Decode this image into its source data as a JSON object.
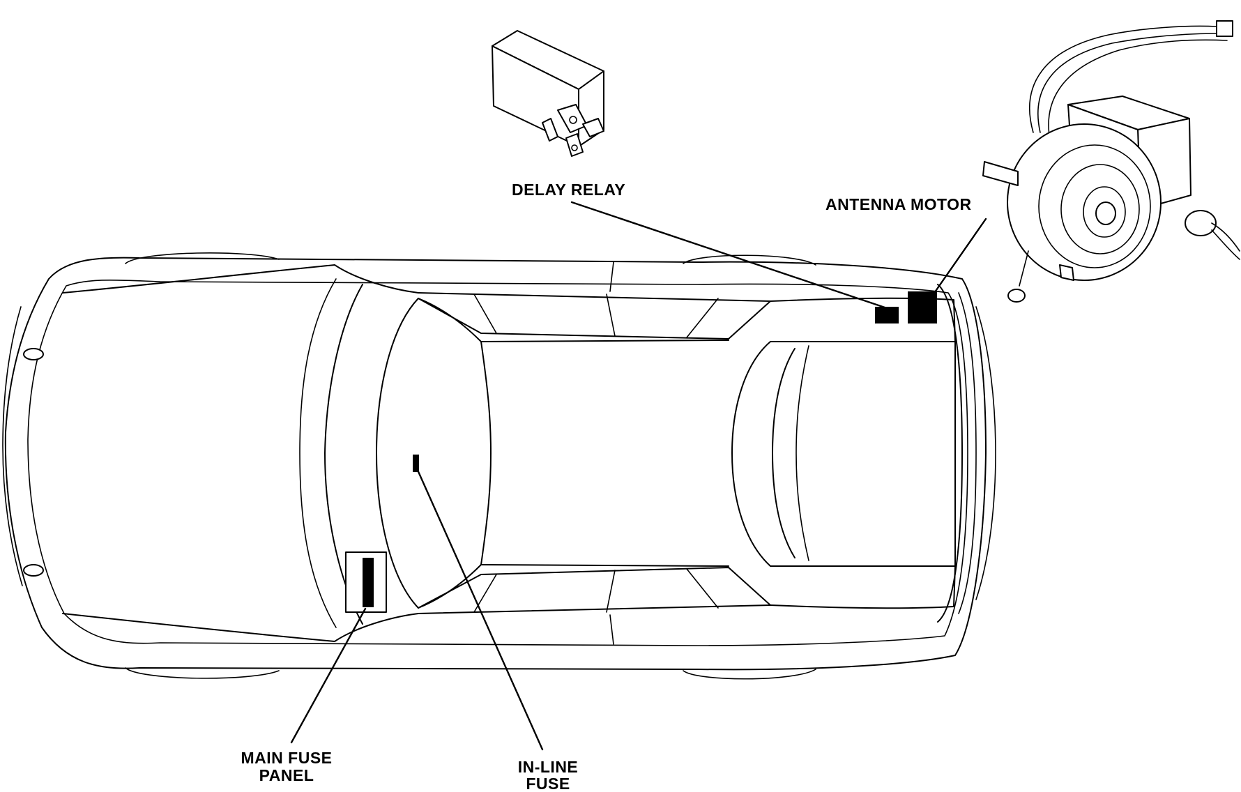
{
  "labels": {
    "delay_relay": "DELAY RELAY",
    "antenna_motor": "ANTENNA MOTOR",
    "main_fuse_panel_line1": "MAIN FUSE",
    "main_fuse_panel_line2": "PANEL",
    "in_line_fuse_line1": "IN-LINE",
    "in_line_fuse_line2": "FUSE"
  }
}
